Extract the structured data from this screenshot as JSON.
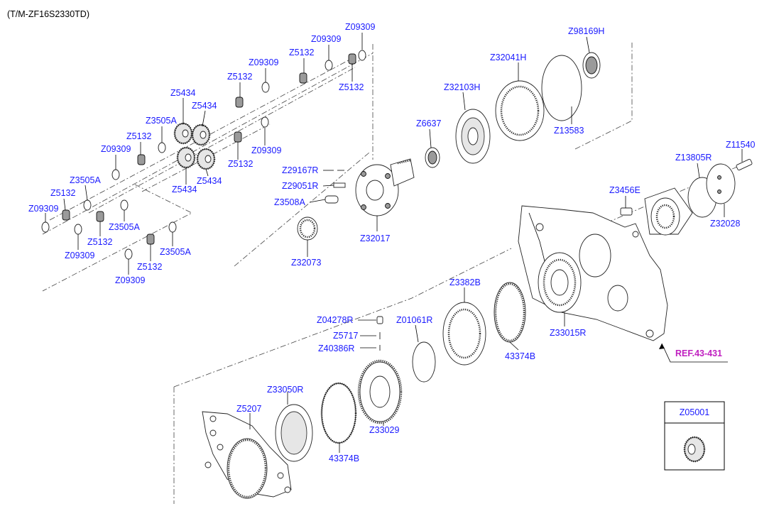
{
  "header": {
    "model": "(T/M-ZF16S2330TD)"
  },
  "reference": {
    "label": "REF.43-431"
  },
  "legend_box": {
    "title": "Z05001"
  },
  "parts": [
    "Z09309",
    "Z09309",
    "Z09309",
    "Z09309",
    "Z09309",
    "Z09309",
    "Z09309",
    "Z09309",
    "Z5132",
    "Z5132",
    "Z5132",
    "Z5132",
    "Z5132",
    "Z5132",
    "Z5132",
    "Z5132",
    "Z5434",
    "Z5434",
    "Z5434",
    "Z5434",
    "Z3505A",
    "Z3505A",
    "Z3505A",
    "Z3505A",
    "Z29167R",
    "Z29051R",
    "Z3508A",
    "Z32017",
    "Z32073",
    "Z6637",
    "Z32103H",
    "Z32041H",
    "Z98169H",
    "Z13583",
    "Z11540",
    "Z13805R",
    "Z3456E",
    "Z32028",
    "Z3382B",
    "Z33015R",
    "43374B",
    "Z04278R",
    "Z5717",
    "Z40386R",
    "Z01061R",
    "Z33050R",
    "Z5207",
    "Z33029",
    "43374B"
  ]
}
